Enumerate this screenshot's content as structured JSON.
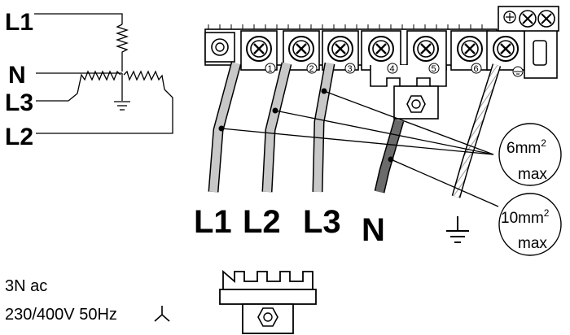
{
  "supply_diagram": {
    "l1": "L1",
    "n": "N",
    "l3": "L3",
    "l2": "L2"
  },
  "terminal_block": {
    "numbers": [
      "1",
      "2",
      "3",
      "4",
      "5",
      "6"
    ]
  },
  "cable_labels": {
    "l1": "L1",
    "l2": "L2",
    "l3": "L3",
    "n": "N"
  },
  "callouts": {
    "phase_size": "6mm",
    "phase_sup": "2",
    "phase_max": "max",
    "neutral_size": "10mm",
    "neutral_sup": "2",
    "neutral_max": "max"
  },
  "supply_spec": {
    "line1": "3N ac",
    "line2": "230/400V 50Hz"
  },
  "colors": {
    "cable_grey": "#c8c8c8",
    "neutral_dark": "#6b6b6b",
    "stroke": "#000000"
  },
  "icons": [
    "ground-symbol-icon",
    "star-connection-icon",
    "screw-terminal-icon",
    "nut-icon"
  ]
}
